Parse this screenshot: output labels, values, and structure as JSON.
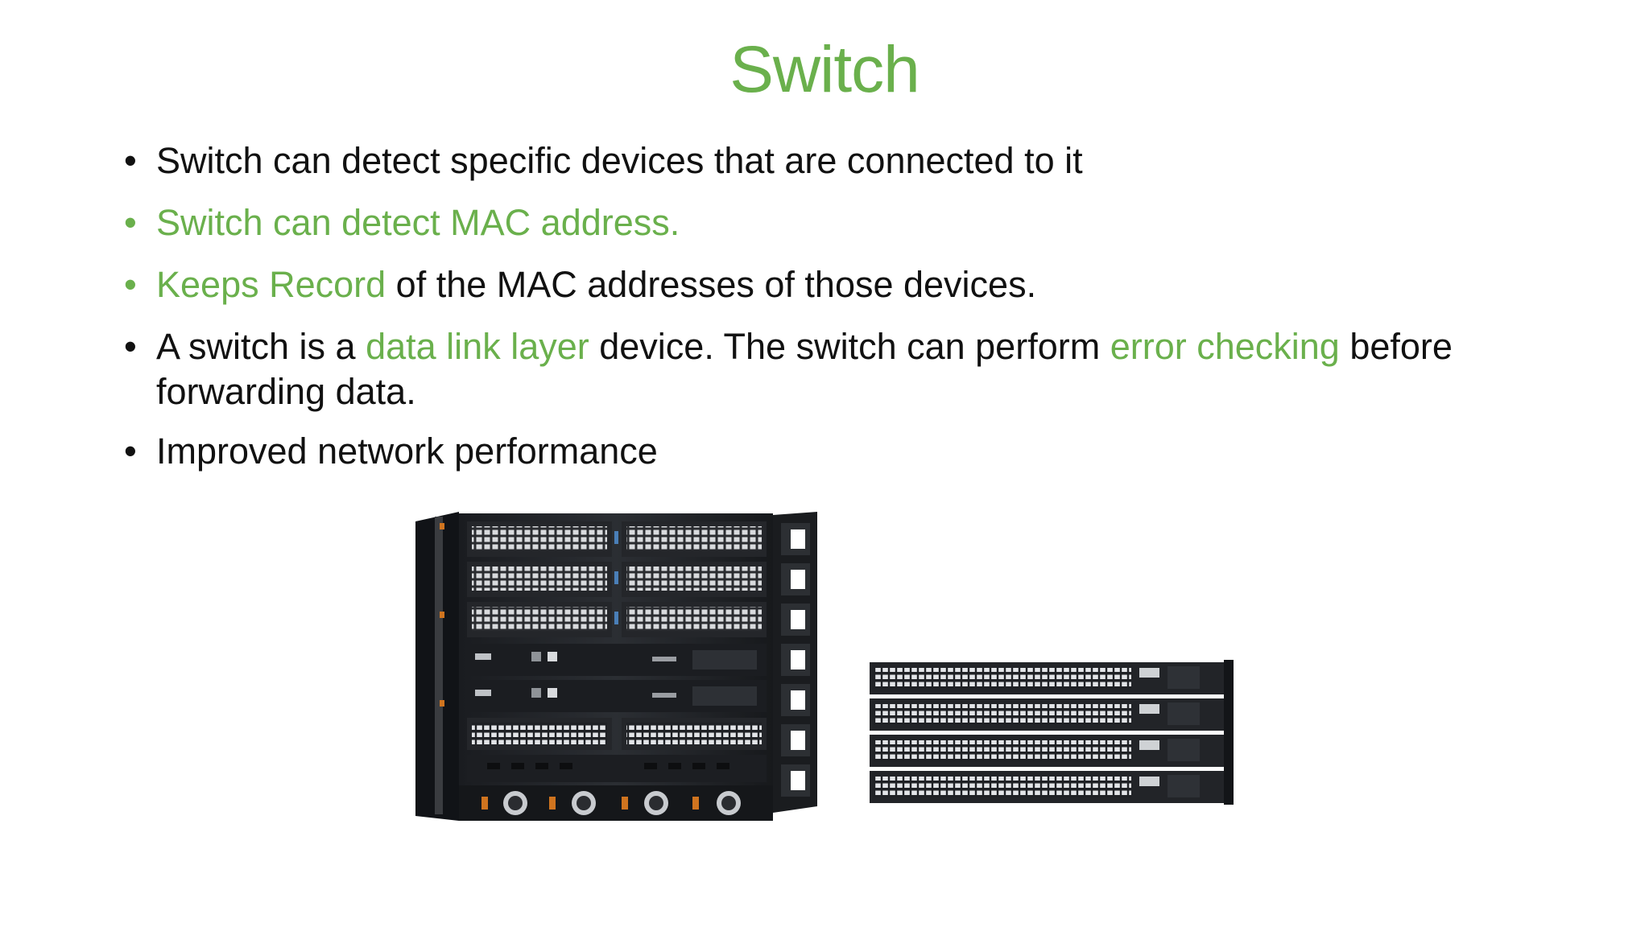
{
  "slide": {
    "title": "Switch",
    "bullets": [
      {
        "text": "Switch can detect specific devices that are connected to it"
      },
      {
        "text": "Switch can detect MAC address."
      },
      {
        "part1": "Keeps Record",
        "part2": " of the MAC addresses of those devices."
      },
      {
        "part1": "A switch is a ",
        "part2": "data link layer",
        "part3": " device. The switch can perform ",
        "part4": "error checking",
        "part5": " before forwarding data."
      },
      {
        "text": "Improved network performance"
      }
    ],
    "bullet_glyph": "•"
  },
  "colors": {
    "accent": "#6ab04c",
    "text": "#111111"
  },
  "image": {
    "icon": "network-switch-hardware"
  }
}
